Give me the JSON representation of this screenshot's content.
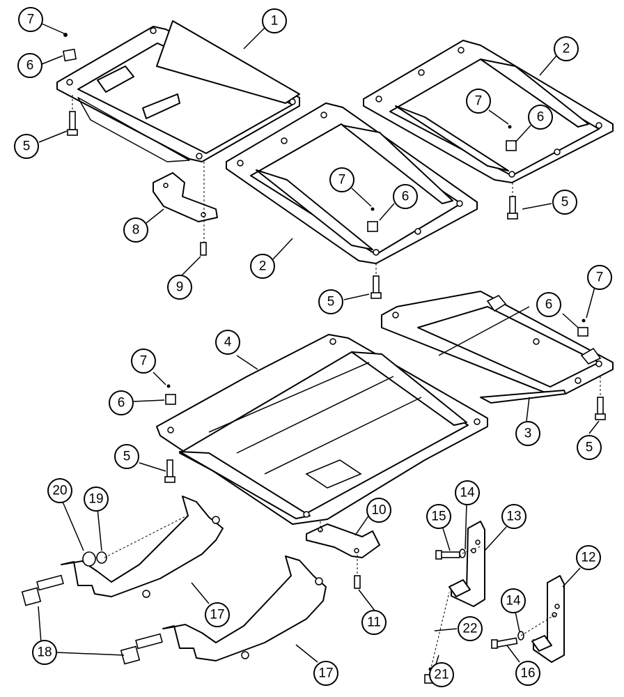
{
  "callouts": {
    "c1": "1",
    "c2a": "2",
    "c2b": "2",
    "c3": "3",
    "c4": "4",
    "c5a": "5",
    "c5b": "5",
    "c5c": "5",
    "c5d": "5",
    "c5e": "5",
    "c6a": "6",
    "c6b": "6",
    "c6c": "6",
    "c6d": "6",
    "c6e": "6",
    "c7a": "7",
    "c7b": "7",
    "c7c": "7",
    "c7d": "7",
    "c7e": "7",
    "c8": "8",
    "c9": "9",
    "c10": "10",
    "c11": "11",
    "c12": "12",
    "c13": "13",
    "c14a": "14",
    "c14b": "14",
    "c15": "15",
    "c16": "16",
    "c17a": "17",
    "c17b": "17",
    "c18": "18",
    "c19": "19",
    "c20": "20",
    "c21": "21",
    "c22": "22"
  }
}
